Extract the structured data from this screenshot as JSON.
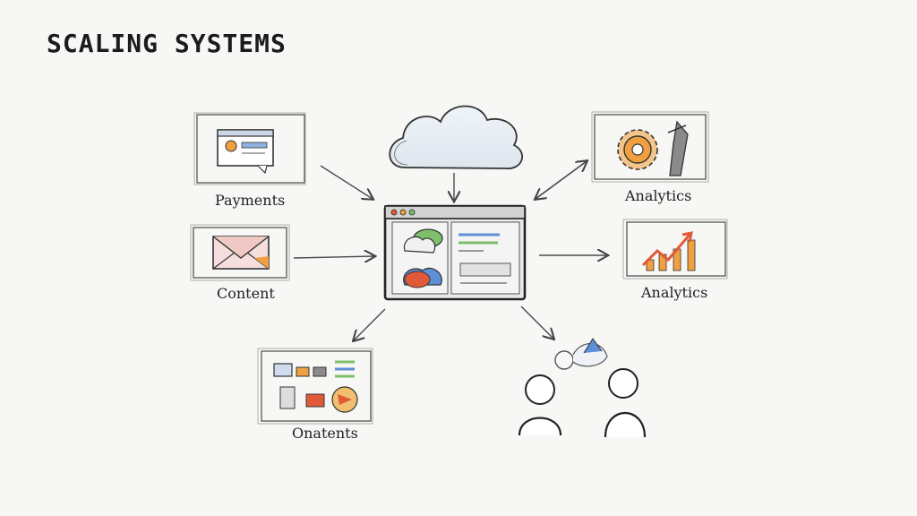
{
  "title": "SCALING SYSTEMS",
  "nodes": {
    "payments": {
      "label": "Payments",
      "icon": "payment-window-icon"
    },
    "content": {
      "label": "Content",
      "icon": "envelope-icon"
    },
    "contents": {
      "label": "Onatents",
      "icon": "media-grid-icon"
    },
    "analytics_top": {
      "label": "Analytics",
      "icon": "gear-and-tools-icon"
    },
    "analytics_right": {
      "label": "Analytics",
      "icon": "growth-chart-icon"
    },
    "cloud": {
      "label": "",
      "icon": "cloud-icon"
    },
    "center": {
      "label": "",
      "icon": "browser-window-icon"
    },
    "people": {
      "label": "",
      "icon": "two-people-talking-icon"
    }
  },
  "colors": {
    "ink": "#2a2a2a",
    "accent_red": "#e05a3a",
    "accent_orange": "#f0a040",
    "accent_green": "#7dbf6a",
    "accent_blue": "#5c8fd6",
    "paper": "#f7f7f5"
  }
}
